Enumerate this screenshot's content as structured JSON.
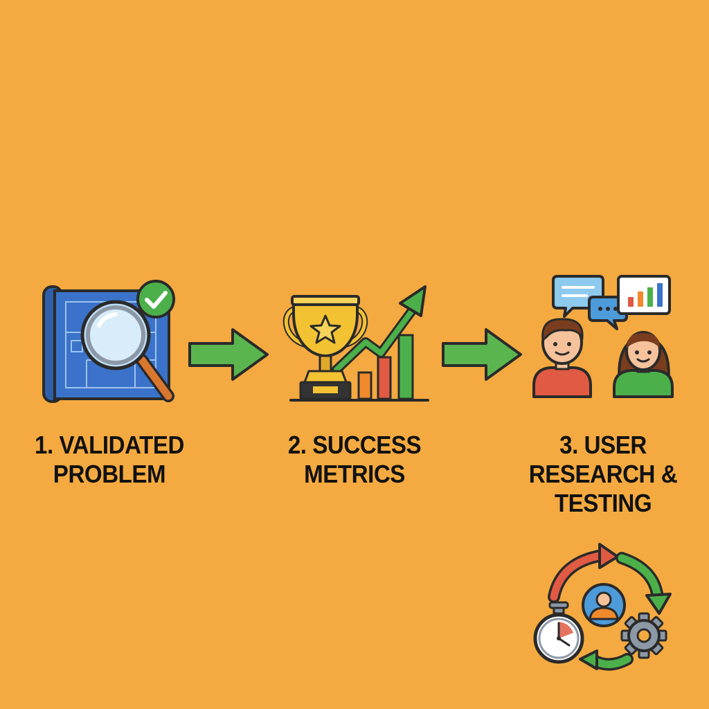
{
  "colors": {
    "background": "#F4AA40",
    "arrow": "#5BB54E",
    "outline": "#2A2A2A",
    "blueprint": "#3A73C9",
    "gold": "#F2C232",
    "red": "#E15A43",
    "green": "#4CB04A",
    "label": "#111111"
  },
  "steps": [
    {
      "number": "1.",
      "line1": "1. VALIDATED",
      "line2": "PROBLEM",
      "line3": "",
      "icon": "blueprint-magnifier-icon"
    },
    {
      "number": "2.",
      "line1": "2. SUCCESS",
      "line2": "METRICS",
      "line3": "",
      "icon": "trophy-growth-chart-icon"
    },
    {
      "number": "3.",
      "line1": "3. USER",
      "line2": "RESEARCH &",
      "line3": "TESTING",
      "icon": "user-interview-icon"
    }
  ],
  "cycle_icon": "iteration-cycle-icon"
}
